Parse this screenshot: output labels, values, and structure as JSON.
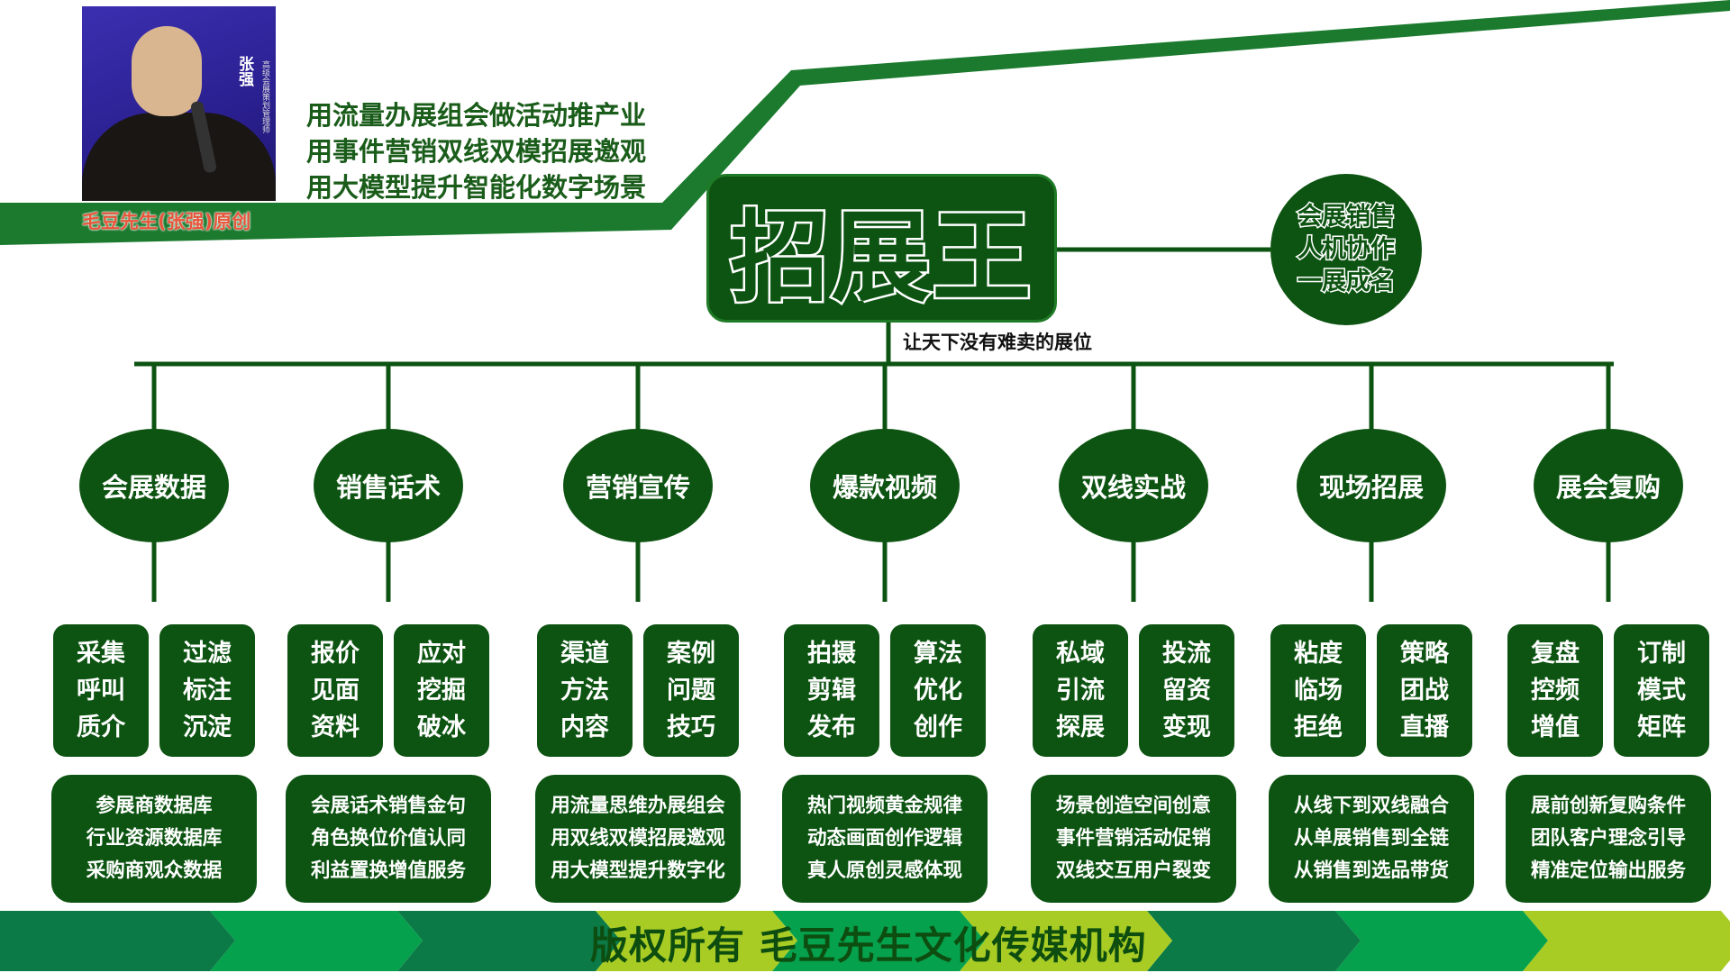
{
  "header": {
    "photo_name": "张强",
    "photo_title": "高级会展策划管理师",
    "caption": "毛豆先生(张强)原创",
    "slogans": [
      "用流量办展组会做活动推产业",
      "用事件营销双线双模招展邀观",
      "用大模型提升智能化数字场景"
    ]
  },
  "title": "招展王",
  "subtitle": "让天下没有难卖的展位",
  "side_circle": [
    "会展销售",
    "人机协作",
    "一展成名"
  ],
  "branches": [
    {
      "label": "会展数据",
      "left": [
        "采集",
        "呼叫",
        "质介"
      ],
      "right": [
        "过滤",
        "标注",
        "沉淀"
      ],
      "desc": [
        "参展商数据库",
        "行业资源数据库",
        "采购商观众数据"
      ]
    },
    {
      "label": "销售话术",
      "left": [
        "报价",
        "见面",
        "资料"
      ],
      "right": [
        "应对",
        "挖掘",
        "破冰"
      ],
      "desc": [
        "会展话术销售金句",
        "角色换位价值认同",
        "利益置换增值服务"
      ]
    },
    {
      "label": "营销宣传",
      "left": [
        "渠道",
        "方法",
        "内容"
      ],
      "right": [
        "案例",
        "问题",
        "技巧"
      ],
      "desc": [
        "用流量思维办展组会",
        "用双线双模招展邀观",
        "用大模型提升数字化"
      ]
    },
    {
      "label": "爆款视频",
      "left": [
        "拍摄",
        "剪辑",
        "发布"
      ],
      "right": [
        "算法",
        "优化",
        "创作"
      ],
      "desc": [
        "热门视频黄金规律",
        "动态画面创作逻辑",
        "真人原创灵感体现"
      ]
    },
    {
      "label": "双线实战",
      "left": [
        "私域",
        "引流",
        "探展"
      ],
      "right": [
        "投流",
        "留资",
        "变现"
      ],
      "desc": [
        "场景创造空间创意",
        "事件营销活动促销",
        "双线交互用户裂变"
      ]
    },
    {
      "label": "现场招展",
      "left": [
        "粘度",
        "临场",
        "拒绝"
      ],
      "right": [
        "策略",
        "团战",
        "直播"
      ],
      "desc": [
        "从线下到双线融合",
        "从单展销售到全链",
        "从销售到选品带货"
      ]
    },
    {
      "label": "展会复购",
      "left": [
        "复盘",
        "控频",
        "增值"
      ],
      "right": [
        "订制",
        "模式",
        "矩阵"
      ],
      "desc": [
        "展前创新复购条件",
        "团队客户理念引导",
        "精准定位输出服务"
      ]
    }
  ],
  "footer": {
    "text": "版权所有 毛豆先生文化传媒机构"
  },
  "colors": {
    "dark_green": "#0d5412",
    "band_dark": "#0b7a47",
    "band_green": "#06a14d",
    "band_lime": "#a8cc24",
    "caption_red": "#e8543a"
  }
}
